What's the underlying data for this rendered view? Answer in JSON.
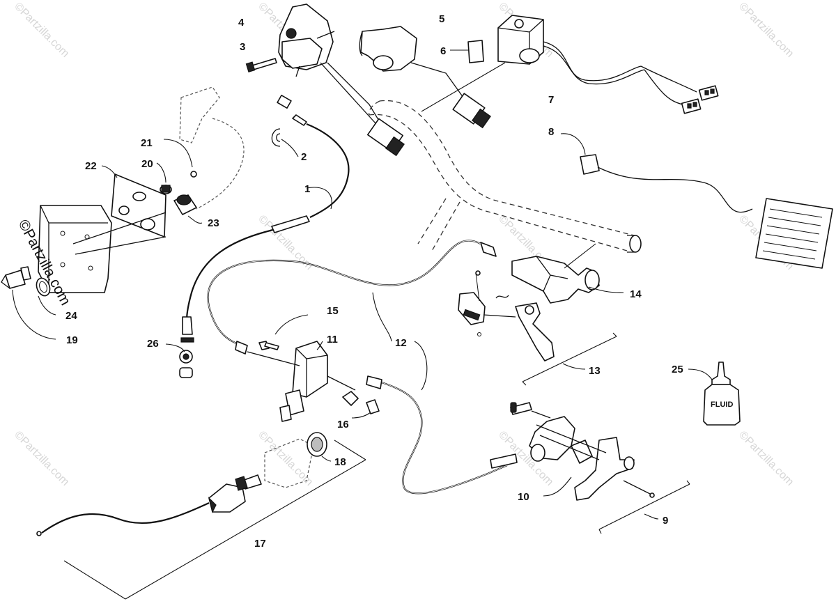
{
  "diagram": {
    "watermark_text": "©Partzilla.com",
    "callouts": [
      "1",
      "2",
      "3",
      "4",
      "5",
      "6",
      "7",
      "8",
      "9",
      "10",
      "11",
      "12",
      "13",
      "14",
      "15",
      "16",
      "17",
      "18",
      "19",
      "20",
      "21",
      "22",
      "23",
      "24",
      "25",
      "26"
    ],
    "fluid_label": "FLUID"
  }
}
